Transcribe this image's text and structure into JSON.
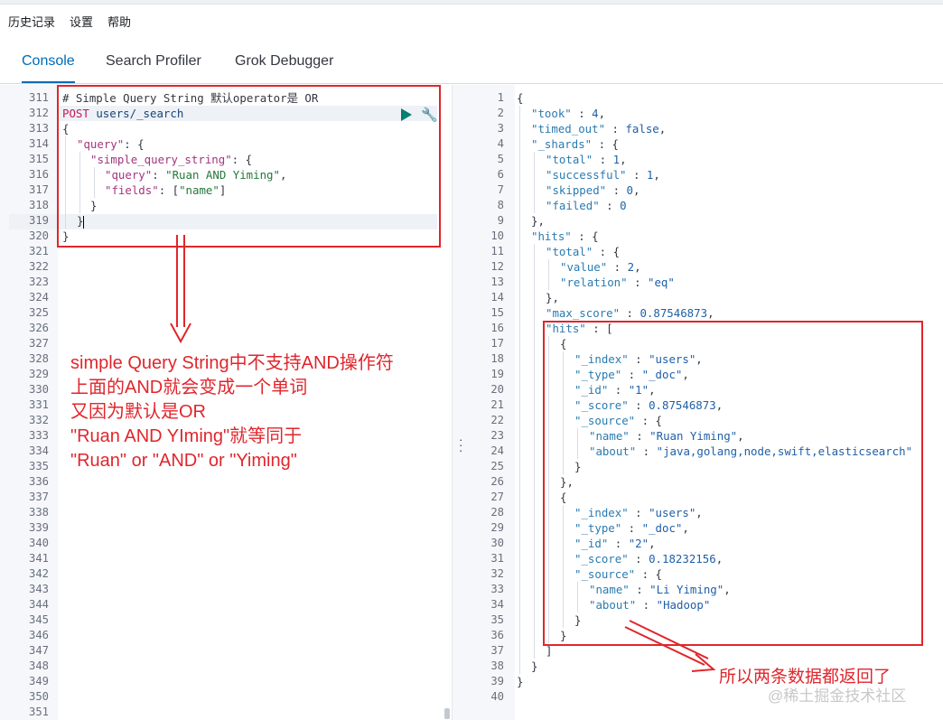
{
  "menu": {
    "history": "历史记录",
    "settings": "设置",
    "help": "帮助"
  },
  "tabs": {
    "console": "Console",
    "profiler": "Search Profiler",
    "grok": "Grok Debugger"
  },
  "request": {
    "comment": "# Simple Query String 默认operator是 OR",
    "method": "POST",
    "url": "users/_search",
    "line_numbers": [
      "311",
      "312",
      "313",
      "314",
      "315",
      "316",
      "317",
      "318",
      "319",
      "320",
      "321",
      "322",
      "323",
      "324",
      "325",
      "326",
      "327",
      "328",
      "329",
      "330",
      "331",
      "332",
      "333",
      "334",
      "335",
      "336",
      "337",
      "338",
      "339",
      "340",
      "341",
      "342",
      "343",
      "344",
      "345",
      "346",
      "347",
      "348",
      "349",
      "350",
      "351"
    ],
    "query_key": "\"query\"",
    "sqs_key": "\"simple_query_string\"",
    "inner_query_key": "\"query\"",
    "inner_query_val": "\"Ruan AND Yiming\"",
    "fields_key": "\"fields\"",
    "fields_val": "\"name\""
  },
  "response": {
    "line_numbers": [
      "1",
      "2",
      "3",
      "4",
      "5",
      "6",
      "7",
      "8",
      "9",
      "10",
      "11",
      "12",
      "13",
      "14",
      "15",
      "16",
      "17",
      "18",
      "19",
      "20",
      "21",
      "22",
      "23",
      "24",
      "25",
      "26",
      "27",
      "28",
      "29",
      "30",
      "31",
      "32",
      "33",
      "34",
      "35",
      "36",
      "37",
      "38",
      "39",
      "40"
    ],
    "took": "4",
    "timed_out": "false",
    "shards_total": "1",
    "shards_successful": "1",
    "shards_skipped": "0",
    "shards_failed": "0",
    "hits_total_value": "2",
    "hits_total_relation": "\"eq\"",
    "max_score": "0.87546873",
    "hit1": {
      "index": "\"users\"",
      "type": "\"_doc\"",
      "id": "\"1\"",
      "score": "0.87546873",
      "name": "\"Ruan Yiming\"",
      "about": "\"java,golang,node,swift,elasticsearch\""
    },
    "hit2": {
      "index": "\"users\"",
      "type": "\"_doc\"",
      "id": "\"2\"",
      "score": "0.18232156",
      "name": "\"Li Yiming\"",
      "about": "\"Hadoop\""
    }
  },
  "annotations": {
    "left_line1": "simple Query String中不支持AND操作符",
    "left_line2": "上面的AND就会变成一个单词",
    "left_line3": "又因为默认是OR",
    "left_line4": "\"Ruan AND YIming\"就等同于",
    "left_line5": "\"Ruan\" or \"AND\" or \"Yiming\"",
    "right_note": "所以两条数据都返回了"
  },
  "watermark": "@稀土掘金技术社区",
  "colors": {
    "accent": "#006bb8",
    "annotation": "#e0262c",
    "play": "#017d73"
  }
}
